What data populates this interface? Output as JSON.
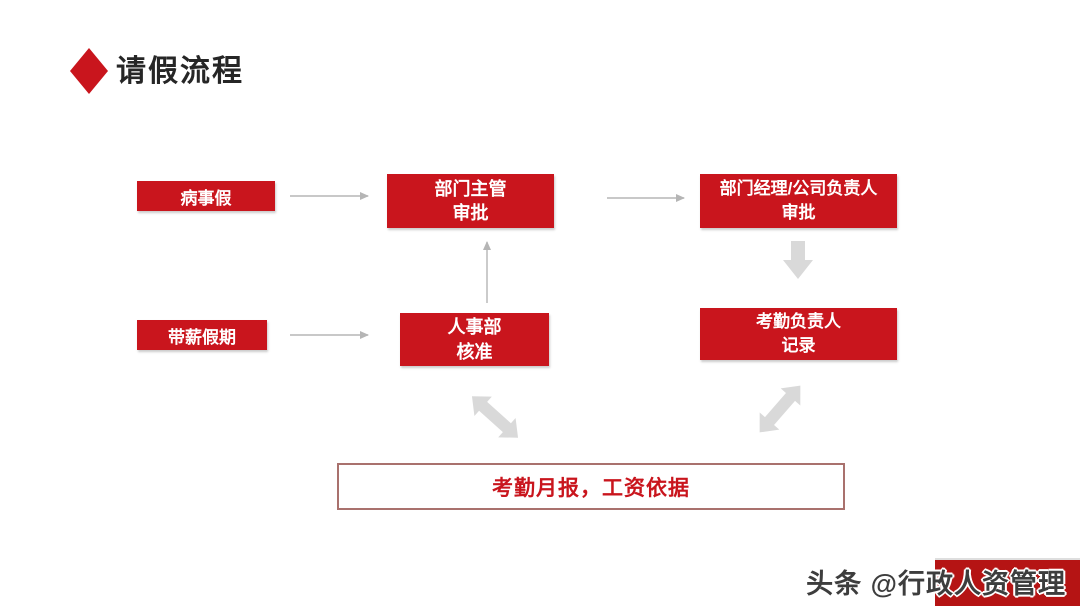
{
  "slide_title": "请假流程",
  "nodes": {
    "sick_leave": "病事假",
    "supervisor_approval": "部门主管\n审批",
    "manager_approval": "部门经理/公司负责人\n审批",
    "paid_leave": "带薪假期",
    "hr_approval": "人事部\n核准",
    "attendance_record": "考勤负责人\n记录",
    "monthly_report": "考勤月报，工资依据"
  },
  "watermark": "头条 @行政人资管理",
  "colors": {
    "accent_red": "#c9151d",
    "title_text": "#262626",
    "arrow_gray": "#b5b5b5",
    "block_arrow_gray": "#d9d9d9",
    "report_border": "#a9716d",
    "corner_red": "#b51414"
  }
}
